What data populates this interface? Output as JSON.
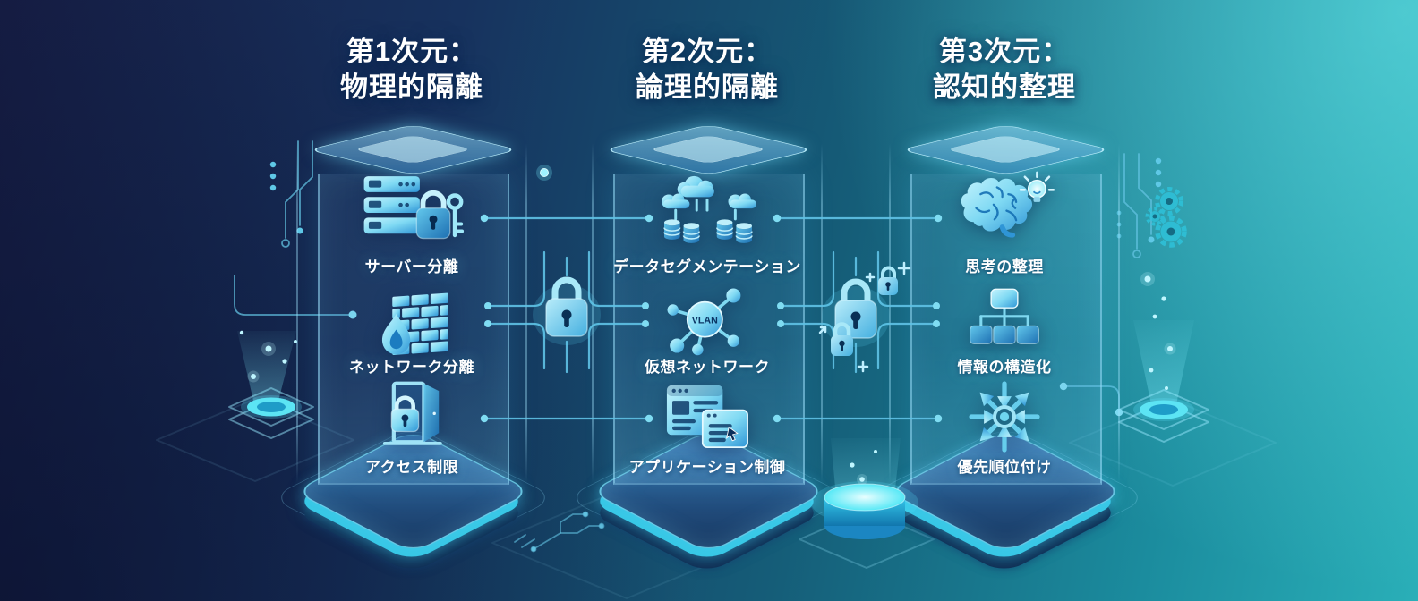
{
  "pillars": [
    {
      "title_line1": "第1次元：",
      "title_line2": "物理的隔離",
      "items": [
        {
          "icon": "server-lock-key-icon",
          "label": "サーバー分離"
        },
        {
          "icon": "firewall-icon",
          "label": "ネットワーク分離"
        },
        {
          "icon": "door-lock-icon",
          "label": "アクセス制限"
        }
      ]
    },
    {
      "title_line1": "第2次元：",
      "title_line2": "論理的隔離",
      "items": [
        {
          "icon": "cloud-database-icon",
          "label": "データセグメンテーション"
        },
        {
          "icon": "vlan-network-icon",
          "label": "仮想ネットワーク"
        },
        {
          "icon": "app-control-icon",
          "label": "アプリケーション制御"
        }
      ]
    },
    {
      "title_line1": "第3次元：",
      "title_line2": "認知的整理",
      "items": [
        {
          "icon": "brain-bulb-icon",
          "label": "思考の整理"
        },
        {
          "icon": "org-chart-icon",
          "label": "情報の構造化"
        },
        {
          "icon": "priority-arrows-icon",
          "label": "優先順位付け"
        }
      ]
    }
  ],
  "vlan_badge": "VLAN",
  "decor": {
    "connector_icon": "padlock-icon",
    "gap1_padlocks": 1,
    "gap2_padlocks": 3,
    "side_icons": [
      "circuit-trace-icon",
      "gear-icon",
      "holo-platform",
      "light-beam",
      "glow-cylinder"
    ]
  },
  "colors": {
    "bg_navy": "#161d44",
    "bg_teal": "#1e9aaa",
    "bg_bright": "#39c8cf",
    "accent": "#5fd4f0",
    "icon_light": "#c6f4fd",
    "icon_deep": "#2f95d6",
    "text": "#ffffff",
    "platform_rim": "#37c4e4",
    "glass_border": "#8ed8f4"
  }
}
